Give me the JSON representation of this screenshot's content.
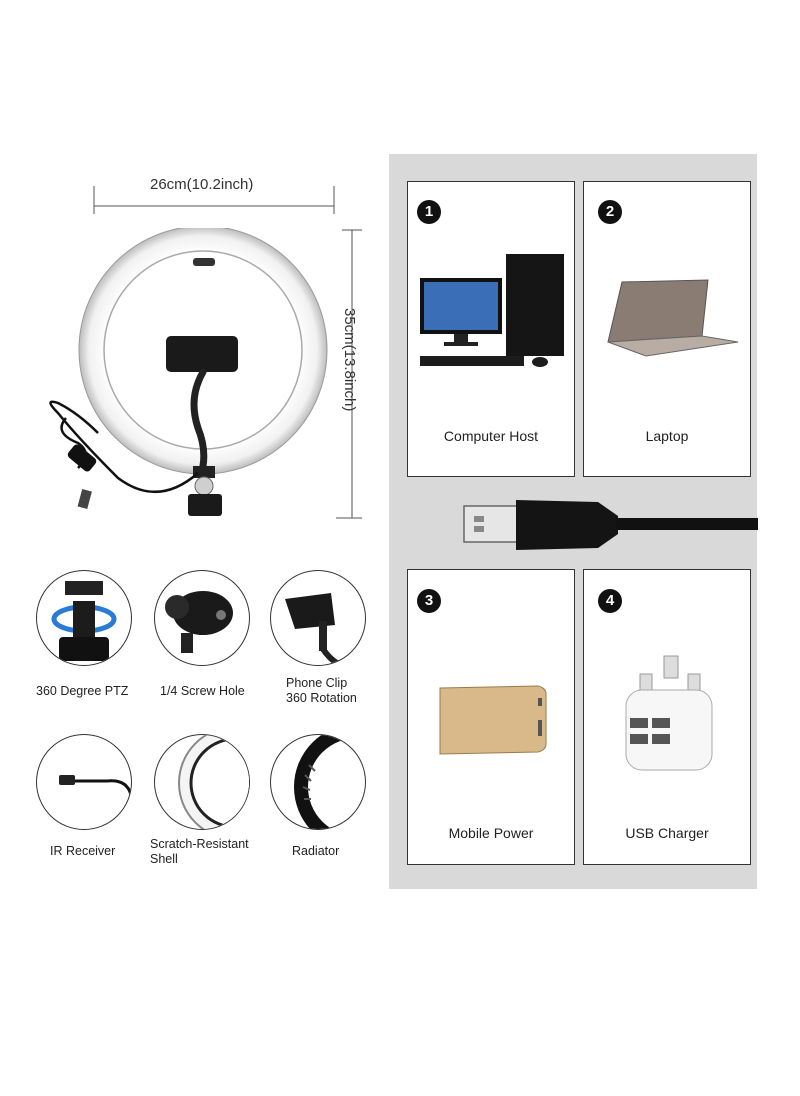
{
  "dimensions": {
    "width_label": "26cm(10.2inch)",
    "height_label": "35cm(13.8inch)"
  },
  "features": [
    {
      "label": "360 Degree PTZ"
    },
    {
      "label": "1/4 Screw Hole"
    },
    {
      "label": "Phone Clip\n360 Rotation"
    },
    {
      "label": "IR Receiver"
    },
    {
      "label": "Scratch-Resistant\nShell"
    },
    {
      "label": "Radiator"
    }
  ],
  "power_sources": [
    {
      "number": "1",
      "label": "Computer Host"
    },
    {
      "number": "2",
      "label": "Laptop"
    },
    {
      "number": "3",
      "label": "Mobile Power"
    },
    {
      "number": "4",
      "label": "USB Charger"
    }
  ],
  "colors": {
    "panel_bg": "#d9d9d9",
    "badge_bg": "#111111",
    "power_bank": "#d9b98a"
  }
}
